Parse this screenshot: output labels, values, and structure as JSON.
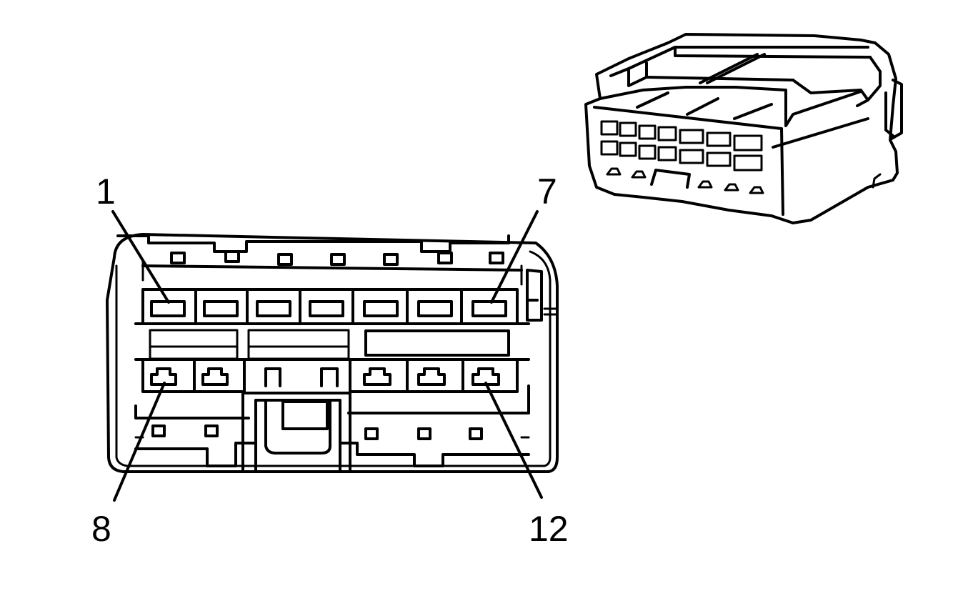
{
  "labels": {
    "pin_first_top": "1",
    "pin_last_top": "7",
    "pin_first_bottom": "8",
    "pin_last_bottom": "12"
  }
}
